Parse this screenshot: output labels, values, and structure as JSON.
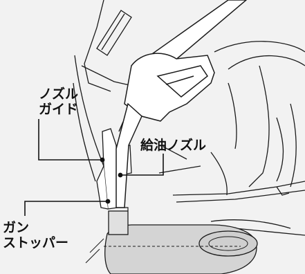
{
  "labels": {
    "nozzle_guide": [
      "ノズル",
      "ガイド"
    ],
    "fuel_nozzle": "給油ノズル",
    "gun_stopper": [
      "ガン",
      "ストッパー"
    ]
  },
  "colors": {
    "background": "#f2f2f2",
    "line": "#1a1a1a",
    "fuel_tank_fill": "#d4d4d4",
    "nozzle_fill": "#ffffff"
  }
}
